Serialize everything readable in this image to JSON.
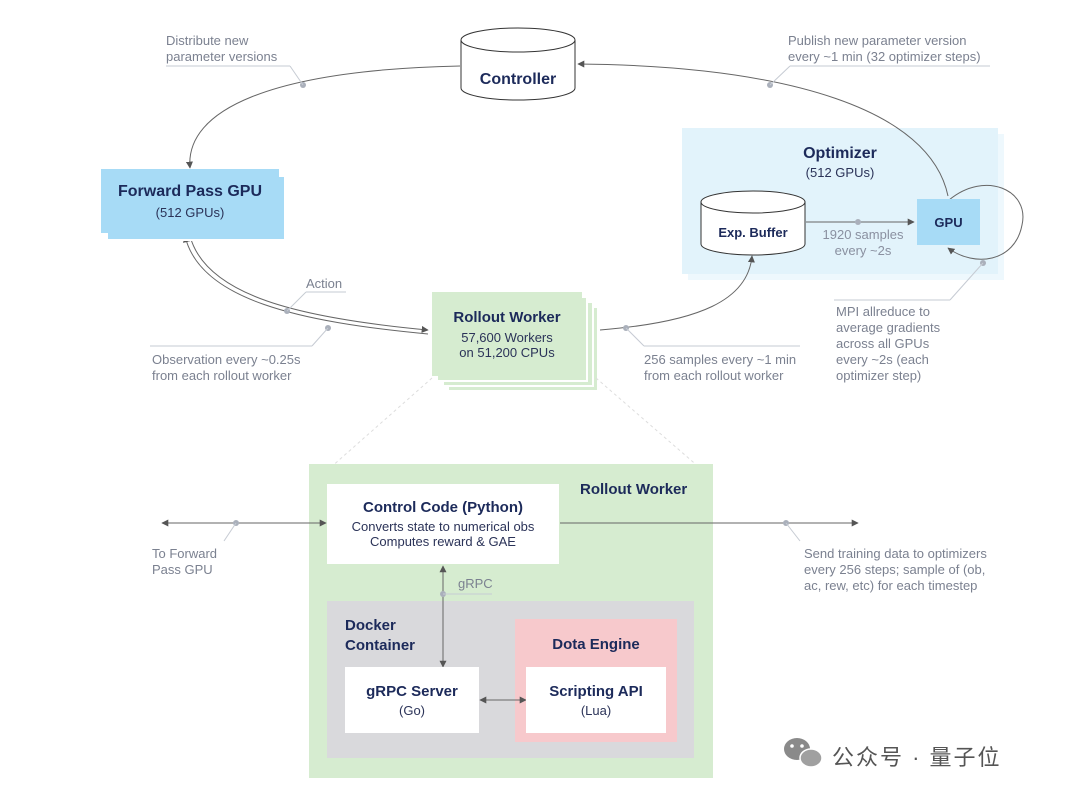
{
  "controller": {
    "label": "Controller"
  },
  "forward_pass": {
    "title": "Forward Pass GPU",
    "sub": "(512 GPUs)"
  },
  "optimizer": {
    "title": "Optimizer",
    "sub": "(512 GPUs)",
    "exp_buffer": "Exp. Buffer",
    "gpu": "GPU",
    "samples_1": "1920 samples",
    "samples_2": "every ~2s"
  },
  "rollout": {
    "title": "Rollout Worker",
    "line1": "57,600 Workers",
    "line2": "on 51,200 CPUs"
  },
  "annotations": {
    "distribute_1": "Distribute new",
    "distribute_2": "parameter versions",
    "publish_1": "Publish new parameter version",
    "publish_2": "every ~1 min (32 optimizer steps)",
    "action": "Action",
    "observation_1": "Observation every ~0.25s",
    "observation_2": "from each rollout worker",
    "samples_1": "256 samples every ~1 min",
    "samples_2": "from each rollout worker",
    "mpi_1": "MPI allreduce to",
    "mpi_2": "average gradients",
    "mpi_3": "across all GPUs",
    "mpi_4": "every ~2s (each",
    "mpi_5": "optimizer step)"
  },
  "detail": {
    "title": "Rollout Worker",
    "control_title": "Control Code (Python)",
    "control_line1": "Converts state to numerical obs",
    "control_line2": "Computes reward & GAE",
    "grpc": "gRPC",
    "docker_1": "Docker",
    "docker_2": "Container",
    "dota_engine": "Dota Engine",
    "grpc_server": "gRPC Server",
    "grpc_server_sub": "(Go)",
    "scripting_api": "Scripting API",
    "scripting_api_sub": "(Lua)",
    "to_forward_1": "To Forward",
    "to_forward_2": "Pass GPU",
    "send_1": "Send training data to optimizers",
    "send_2": "every 256 steps; sample of (ob,",
    "send_3": "ac, rew, etc) for each timestep"
  },
  "watermark": "公众号 · 量子位",
  "colors": {
    "blue": "#a7dbf6",
    "light_blue": "#e2f3fb",
    "green": "#d6ecd0",
    "gray": "#d9d9dc",
    "pink": "#f7c9cc",
    "navy": "#1c2a5a"
  }
}
